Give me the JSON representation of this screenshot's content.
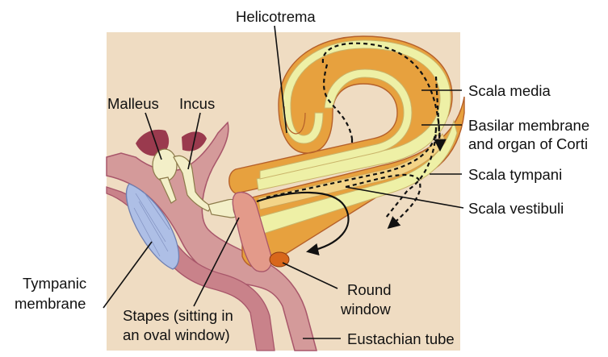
{
  "labels": {
    "helicotrema": "Helicotrema",
    "malleus": "Malleus",
    "incus": "Incus",
    "scala_media": "Scala media",
    "basilar_line1": "Basilar membrane",
    "basilar_line2": "and organ of Corti",
    "scala_tympani": "Scala tympani",
    "scala_vestibuli": "Scala vestibuli",
    "tympanic_line1": "Tympanic",
    "tympanic_line2": "membrane",
    "round_line1": "Round",
    "round_line2": "window",
    "stapes_line1": "Stapes (sitting in",
    "stapes_line2": "an oval window)",
    "eustachian": "Eustachian tube"
  },
  "colors": {
    "background_panel": "#efdcc2",
    "bone_tissue": "#d49a9a",
    "tissue_dark": "#b8596a",
    "scala_outer": "#e7a13e",
    "scala_outer_edge": "#b5602a",
    "scala_media": "#eef0a6",
    "tympanic_membrane": "#aebfe6",
    "ossicle": "#f3efc8",
    "round_window": "#d8671c"
  }
}
